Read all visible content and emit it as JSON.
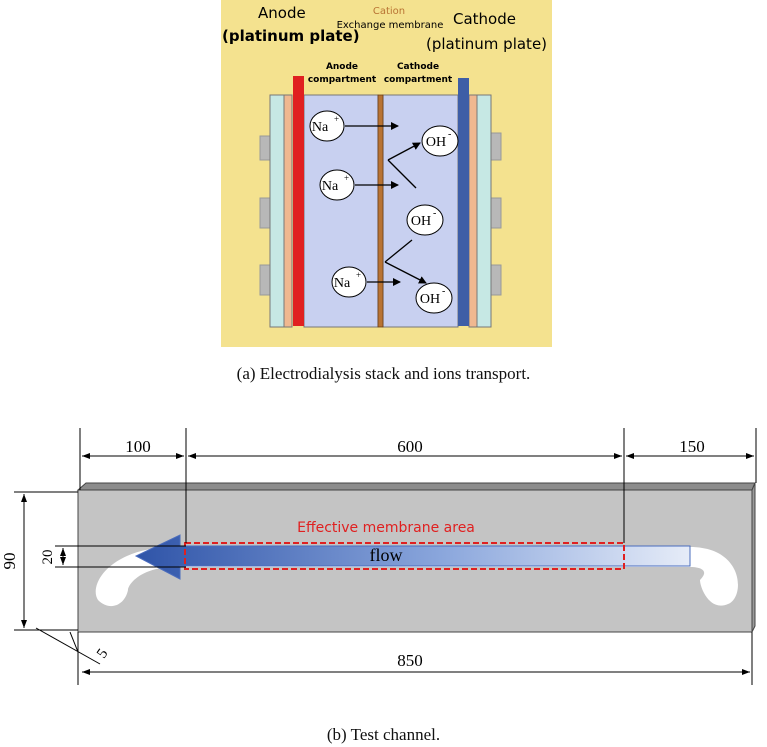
{
  "figure_a": {
    "anode_title": "Anode",
    "anode_subtitle": "(platinum plate)",
    "cation_title": "Cation",
    "membrane_label": "Exchange membrane",
    "cathode_title": "Cathode",
    "cathode_subtitle": "(platinum plate)",
    "anode_compartment_line1": "Anode",
    "anode_compartment_line2": "compartment",
    "cathode_compartment_line1": "Cathode",
    "cathode_compartment_line2": "compartment",
    "ion_na": "Na",
    "ion_oh": "OH",
    "plus_sign": "+",
    "minus_sign": "-",
    "caption": "(a) Electrodialysis stack and ions transport.",
    "colors": {
      "background": "#f4e28f",
      "anode_plate": "#e02020",
      "cathode_plate": "#3e5ea6",
      "membrane": "#b87333",
      "compartment": "#c8d0f0",
      "end_plate": "#c6e8e4",
      "caption_color": "#b87333"
    }
  },
  "figure_b": {
    "dim_top_left": "100",
    "dim_top_middle": "600",
    "dim_top_right": "150",
    "dim_left_height": "90",
    "dim_channel_width": "20",
    "dim_thickness": "5",
    "dim_total_length": "850",
    "effective_area_label": "Effective membrane area",
    "flow_label": "flow",
    "caption": "(b) Test channel.",
    "colors": {
      "plate": "#c4c4c4",
      "effective_area": "#e02020",
      "flow_arrow": "#2f54a8"
    }
  }
}
